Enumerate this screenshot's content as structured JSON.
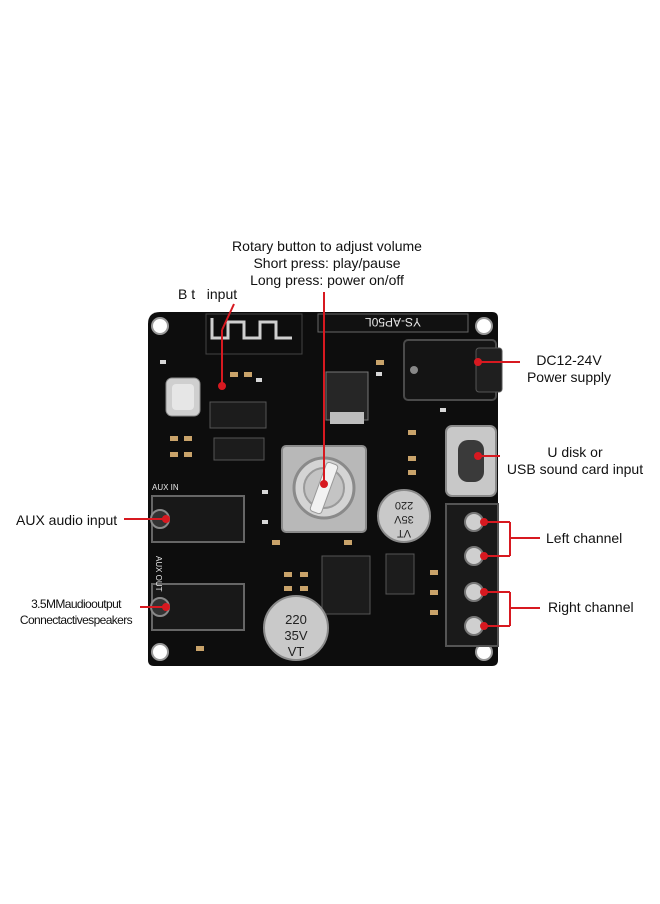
{
  "callouts": {
    "rotary": {
      "lines": [
        "Rotary button to adjust volume",
        "Short press: play/pause",
        "Long press: power on/off"
      ]
    },
    "bt_input": "B t   input",
    "dc_power": {
      "lines": [
        "DC12-24V",
        "Power supply"
      ]
    },
    "usb_input": {
      "lines": [
        "U disk or",
        "USB sound card input"
      ]
    },
    "aux_input": "AUX audio input",
    "aux_output": {
      "lines": [
        "3.5MMaudiooutput",
        "Connectactivespeakers"
      ]
    },
    "left_channel": "Left channel",
    "right_channel": "Right channel"
  },
  "board": {
    "model_silkscreen": "YS-AP50L",
    "aux_in_silkscreen": "AUX IN",
    "aux_out_silkscreen": "AUX OUT",
    "capacitor_large": {
      "lines": [
        "220",
        "35V",
        "VT"
      ]
    },
    "capacitor_small": {
      "lines": [
        "220",
        "35V",
        "VT"
      ]
    }
  },
  "colors": {
    "pcb": "#0d0d0d",
    "annotation_red": "#d71920",
    "pointer_black": "#111111",
    "metal": "#b8b8b8"
  }
}
